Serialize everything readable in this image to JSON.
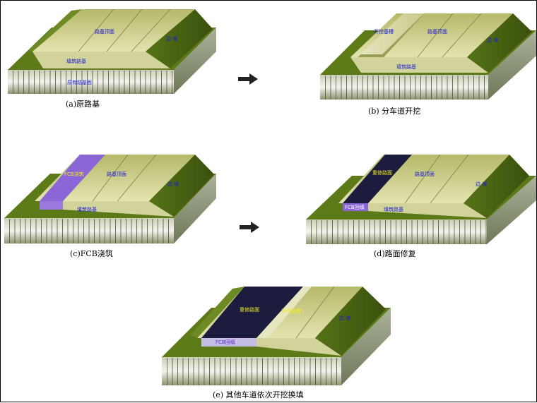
{
  "panels": [
    {
      "caption": "(a)原路基",
      "labels": {
        "pavement": "路基顶面",
        "slope": "边 坡",
        "fill": "填筑路基",
        "base": "原有路基面"
      }
    },
    {
      "caption": "(b) 分车道开挖",
      "labels": {
        "trench": "开挖基槽",
        "pavement": "路基顶面",
        "slope": "边 坡",
        "fill": "填筑路基"
      }
    },
    {
      "caption": "(c)FCB浇筑",
      "labels": {
        "fcb": "FCB浇筑",
        "pavement": "路基顶面",
        "slope": "边 坡",
        "fill": "填筑路基"
      }
    },
    {
      "caption": "(d)路面修复",
      "labels": {
        "repair": "重修路面",
        "pavement": "路基顶面",
        "slope": "边 坡",
        "fcb": "FCB回填",
        "fill": "填筑路基"
      }
    },
    {
      "caption": "(e) 其他车道依次开挖换填",
      "labels": {
        "repair": "重修路面",
        "trench": "开挖基槽",
        "slope": "边 坡",
        "fcb": "FCB回填"
      }
    }
  ],
  "colors": {
    "grass": "#5d7a18",
    "grass_dark": "#3f5610",
    "road": "#cfd08e",
    "road_dark": "#a4a860",
    "fcb": "#8a66d6",
    "repair": "#1c1c3e",
    "ground_front": "#e3e6d4"
  },
  "arrows": [
    "arrow-right-icon",
    "arrow-right-icon"
  ]
}
